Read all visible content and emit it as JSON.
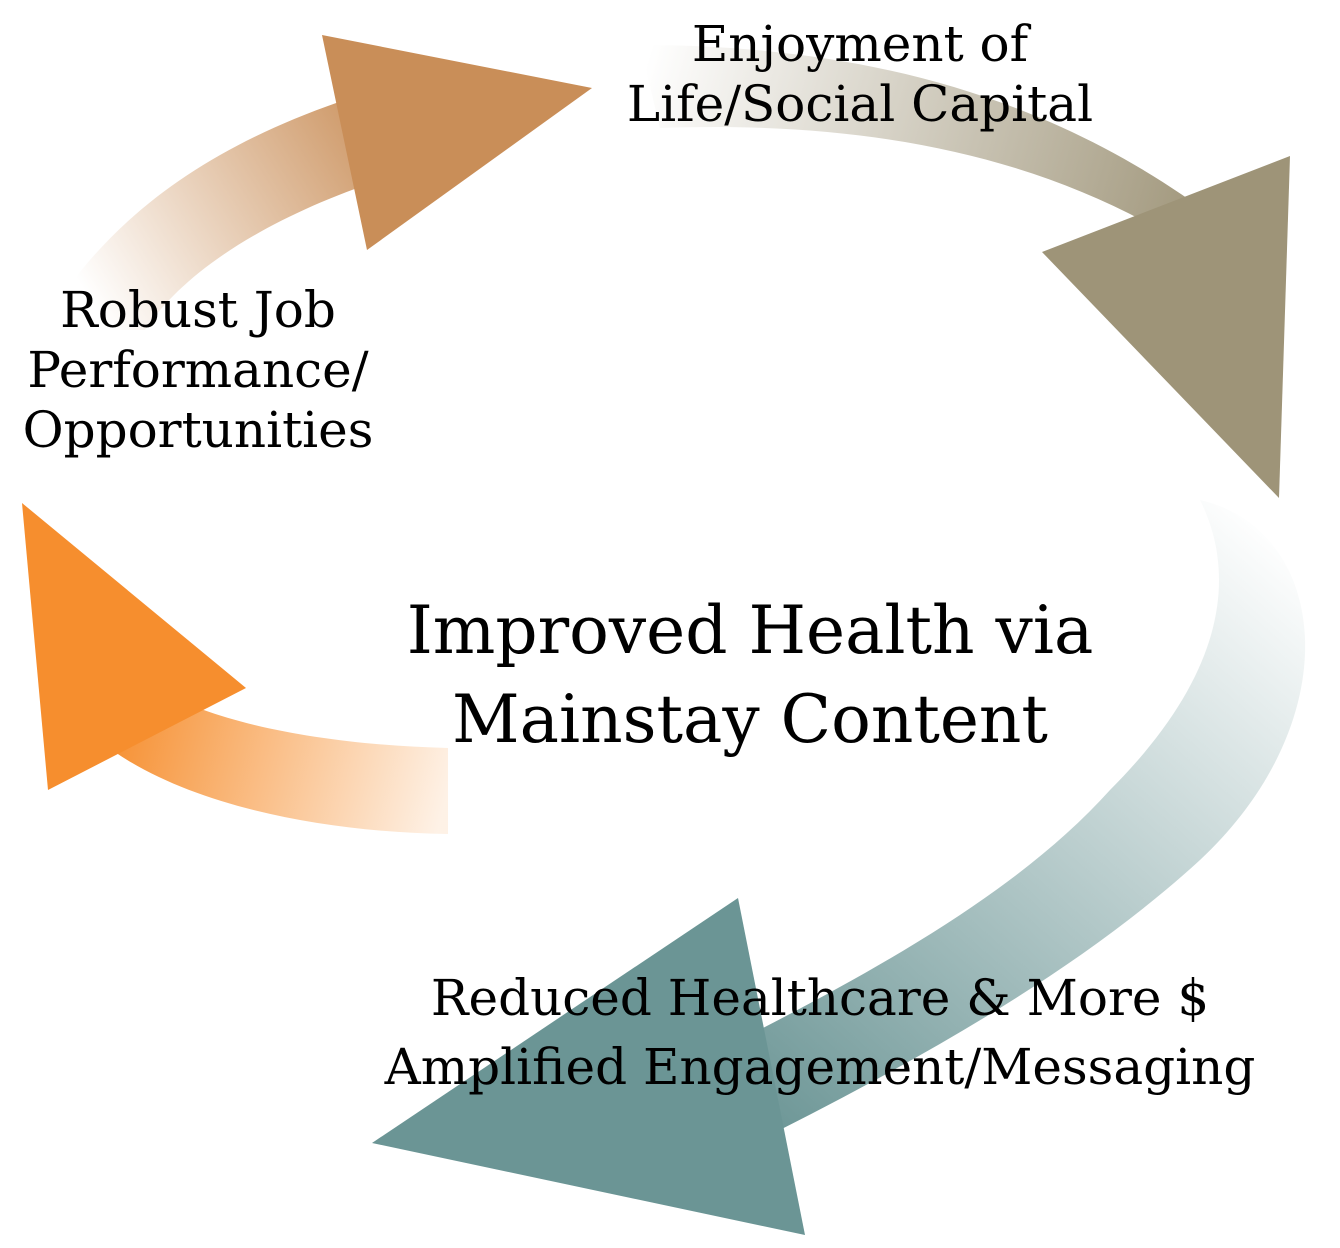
{
  "diagram": {
    "colors": {
      "top_arrow": "#C98E58",
      "right_arrow": "#9E9478",
      "bottom_arrow": "#6B9595",
      "left_arrow": "#F68E2E",
      "text": "#000000",
      "background": "#FFFFFF"
    },
    "nodes": {
      "top": {
        "line1": "Enjoyment of",
        "line2": "Life/Social Capital"
      },
      "left": {
        "line1": "Robust Job",
        "line2": "Performance/",
        "line3": "Opportunities"
      },
      "center": {
        "line1": "Improved Health via",
        "line2": "Mainstay Content"
      },
      "bottom": {
        "line1": "Reduced Healthcare & More $",
        "line2": "Amplified Engagement/Messaging"
      }
    }
  }
}
